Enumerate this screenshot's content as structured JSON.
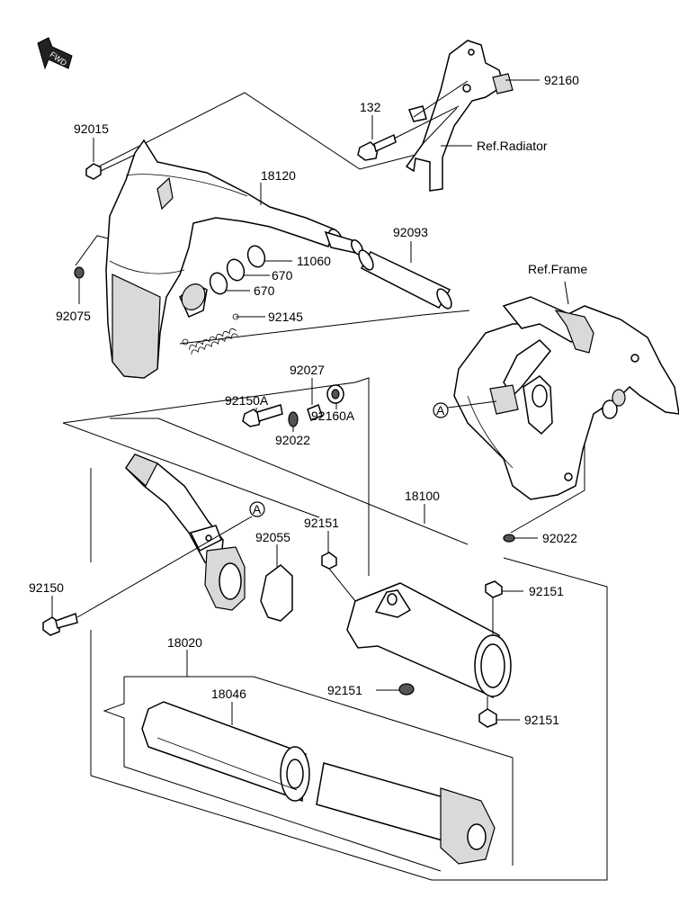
{
  "fwd_badge": "FWD",
  "ref_labels": {
    "radiator": "Ref.Radiator",
    "frame": "Ref.Frame"
  },
  "reference_marker": "A",
  "part_numbers": {
    "p92160_bracket": "92160",
    "p132": "132",
    "p92015": "92015",
    "p18120": "18120",
    "p92093": "92093",
    "p11060": "11060",
    "p670_a": "670",
    "p670_b": "670",
    "p92075": "92075",
    "p92145": "92145",
    "p92027": "92027",
    "p92150A": "92150A",
    "p92160A": "92160A",
    "p92022_a": "92022",
    "p18100": "18100",
    "p92151_a": "92151",
    "p92055": "92055",
    "p92022_b": "92022",
    "p92150": "92150",
    "p92151_b": "92151",
    "p18020": "18020",
    "p18046": "18046",
    "p92151_c": "92151",
    "p92151_d": "92151"
  }
}
